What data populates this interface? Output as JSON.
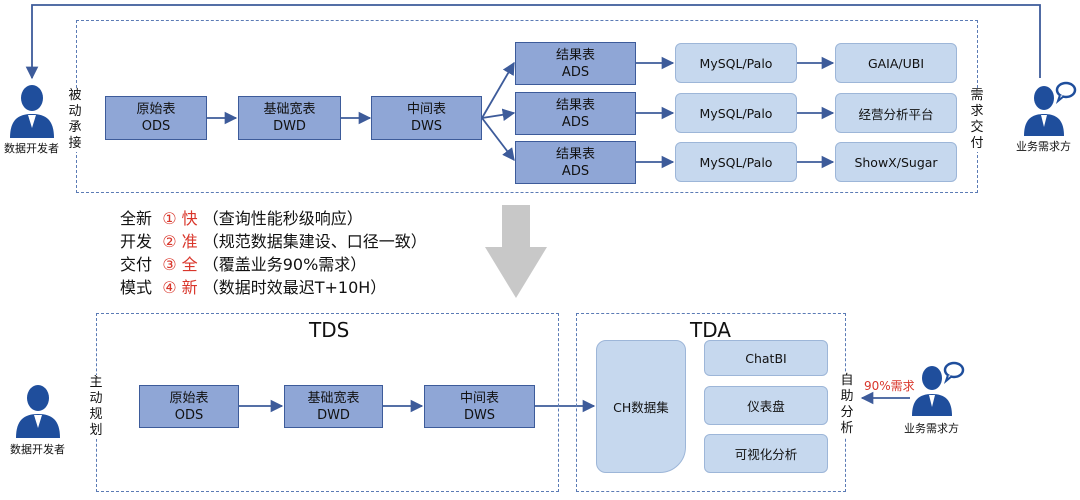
{
  "top": {
    "left_actor": "数据开发者",
    "left_side_label": "被动承接",
    "right_side_label": "需求交付",
    "right_actor": "业务需求方",
    "pipeline": [
      {
        "name": "原始表",
        "code": "ODS"
      },
      {
        "name": "基础宽表",
        "code": "DWD"
      },
      {
        "name": "中间表",
        "code": "DWS"
      }
    ],
    "results": [
      {
        "name": "结果表",
        "code": "ADS",
        "store": "MySQL/Palo",
        "target": "GAIA/UBI"
      },
      {
        "name": "结果表",
        "code": "ADS",
        "store": "MySQL/Palo",
        "target": "经营分析平台"
      },
      {
        "name": "结果表",
        "code": "ADS",
        "store": "MySQL/Palo",
        "target": "ShowX/Sugar"
      }
    ]
  },
  "features": {
    "left_labels": [
      "全新",
      "开发",
      "交付",
      "模式"
    ],
    "items": [
      {
        "num": "①",
        "kw": "快",
        "desc": "（查询性能秒级响应）"
      },
      {
        "num": "②",
        "kw": "准",
        "desc": "（规范数据集建设、口径一致）"
      },
      {
        "num": "③",
        "kw": "全",
        "desc": "（覆盖业务90%需求）"
      },
      {
        "num": "④",
        "kw": "新",
        "desc": "（数据时效最迟T+10H）"
      }
    ]
  },
  "bottom": {
    "tds_title": "TDS",
    "tda_title": "TDA",
    "left_actor": "数据开发者",
    "left_side_label": "主动规划",
    "pipeline": [
      {
        "name": "原始表",
        "code": "ODS"
      },
      {
        "name": "基础宽表",
        "code": "DWD"
      },
      {
        "name": "中间表",
        "code": "DWS"
      }
    ],
    "dataset": "CH数据集",
    "tools": [
      "ChatBI",
      "仪表盘",
      "可视化分析"
    ],
    "right_side_label": "自助分析",
    "demand_label": "90%需求",
    "right_actor": "业务需求方"
  },
  "colors": {
    "box_fill": "#8fa6d6",
    "light_fill": "#c6d8ee",
    "line": "#3d5b9a",
    "accent": "#d9362b",
    "person": "#1f4e9c"
  }
}
